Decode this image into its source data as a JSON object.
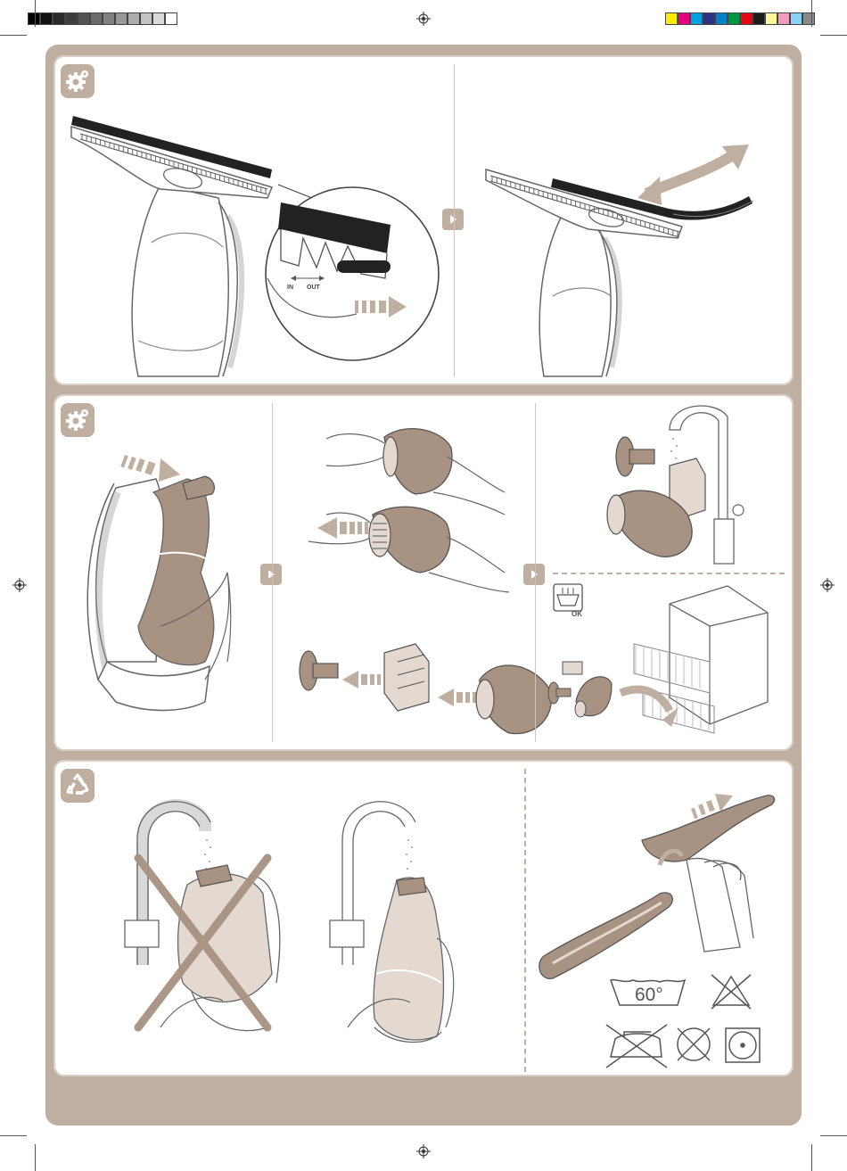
{
  "colors": {
    "frame": "#bfafa1",
    "panel_border": "#d9cfc6",
    "taupe_part": "#a89281",
    "light_taupe": "#e3d9d0",
    "line": "#555555",
    "squeegee": "#222222"
  },
  "print_bar": {
    "left_swatches": [
      "#000000",
      "#111111",
      "#2a2a2a",
      "#3d3d3d",
      "#535353",
      "#6a6a6a",
      "#818181",
      "#979797",
      "#adadad",
      "#c4c4c4",
      "#dadada",
      "#ffffff"
    ],
    "right_swatches": [
      "#ffed00",
      "#e6007e",
      "#00a0e3",
      "#2f3284",
      "#0082c8",
      "#00963f",
      "#e30613",
      "#1d1d1b",
      "#fff59a",
      "#f39ac1",
      "#8ad2f4",
      "#8a8a8a"
    ]
  },
  "icons": {
    "panel1": "gear-maintenance-icon",
    "panel2": "gear-maintenance-icon",
    "panel3": "recycle-icon"
  },
  "labels": {
    "blade_in": "IN",
    "blade_out": "OUT",
    "dishwasher_ok": "OK",
    "wash_temp": "60°"
  }
}
